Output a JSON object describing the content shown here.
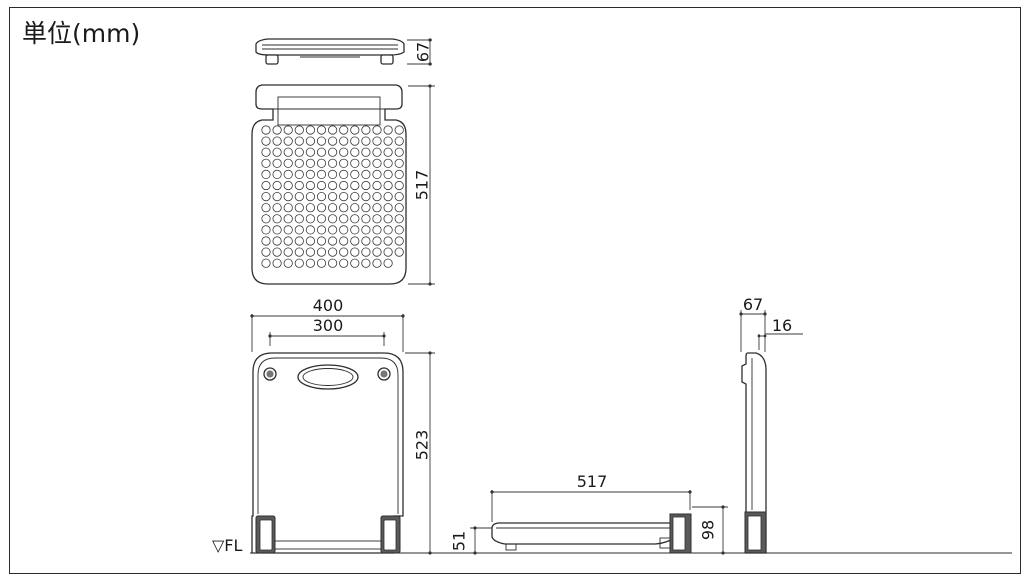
{
  "unit_label": "単位(mm)",
  "floor_label": "▽FL",
  "dimensions": {
    "top_thickness": "67",
    "top_depth": "517",
    "front_width": "400",
    "front_inner_width": "300",
    "front_height": "523",
    "side_depth": "517",
    "side_low_height": "51",
    "side_high_height": "98",
    "folded_depth": "67",
    "folded_gap": "16"
  }
}
